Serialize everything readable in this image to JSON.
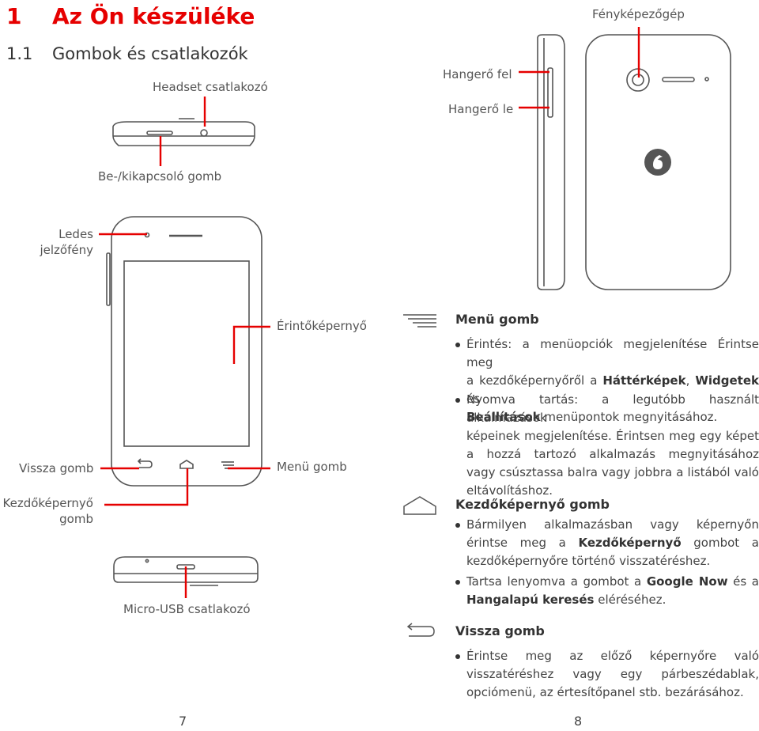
{
  "heading": {
    "chapter_num": "1",
    "chapter_title": "Az Ön készüléke",
    "section_num": "1.1",
    "section_title": "Gombok és csatlakozók"
  },
  "labels": {
    "headset": "Headset csatlakozó",
    "camera": "Fényképezőgép",
    "volume_up": "Hangerő fel",
    "volume_down": "Hangerő le",
    "power": "Be-/kikapcsoló gomb",
    "led_line1": "Ledes",
    "led_line2": "jelzőfény",
    "touchscreen": "Érintőképernyő",
    "back": "Vissza gomb",
    "menu": "Menü gomb",
    "home_line1": "Kezdőképernyő",
    "home_line2": "gomb",
    "usb": "Micro-USB csatlakozó"
  },
  "icons": {
    "menu": "menu-lines-icon",
    "home": "home-house-icon",
    "back": "back-arrow-icon",
    "logo": "vodafone-logo-icon"
  },
  "sections": {
    "menu": {
      "title": "Menü gomb",
      "b1_l1": "Érintés: a menüopciók megjelenítése Érintse meg",
      "b1_l2a": "a kezdőképernyőről a ",
      "b1_l2b": "Háttérképek",
      "b1_l2c": ", ",
      "b1_l2d": "Widgetek",
      "b1_l2e": " és",
      "b1_l3a": "Beállítások",
      "b1_l3b": " menüpontok megnyitásához.",
      "b2_l1": "Nyomva tartás: a legutóbb használt alkalmazások",
      "b2_l2": "képeinek megjelenítése. Érintsen meg egy képet",
      "b2_l3": "a hozzá tartozó alkalmazás megnyitásához",
      "b2_l4": "vagy csúsztassa balra vagy jobbra a listából való",
      "b2_l5": "eltávolításhoz."
    },
    "home": {
      "title": "Kezdőképernyő gomb",
      "b1_l1": "Bármilyen alkalmazásban vagy képernyőn",
      "b1_l2a": "érintse meg a ",
      "b1_l2b": "Kezdőképernyő",
      "b1_l2c": " gombot a",
      "b1_l3": "kezdőképernyőre történő visszatéréshez.",
      "b2_l1a": "Tartsa lenyomva a gombot a ",
      "b2_l1b": "Google Now",
      "b2_l1c": " és a",
      "b2_l2a": "Hangalapú keresés",
      "b2_l2b": " eléréséhez."
    },
    "back": {
      "title": "Vissza gomb",
      "b1_l1": "Érintse meg az előző képernyőre való",
      "b1_l2": "visszatéréshez vagy egy párbeszédablak,",
      "b1_l3": "opciómenü, az értesítőpanel stb. bezárásához."
    }
  },
  "page_numbers": {
    "left": "7",
    "right": "8"
  },
  "colors": {
    "accent": "#e60000",
    "line": "#555555",
    "text": "#3c3c3c"
  }
}
